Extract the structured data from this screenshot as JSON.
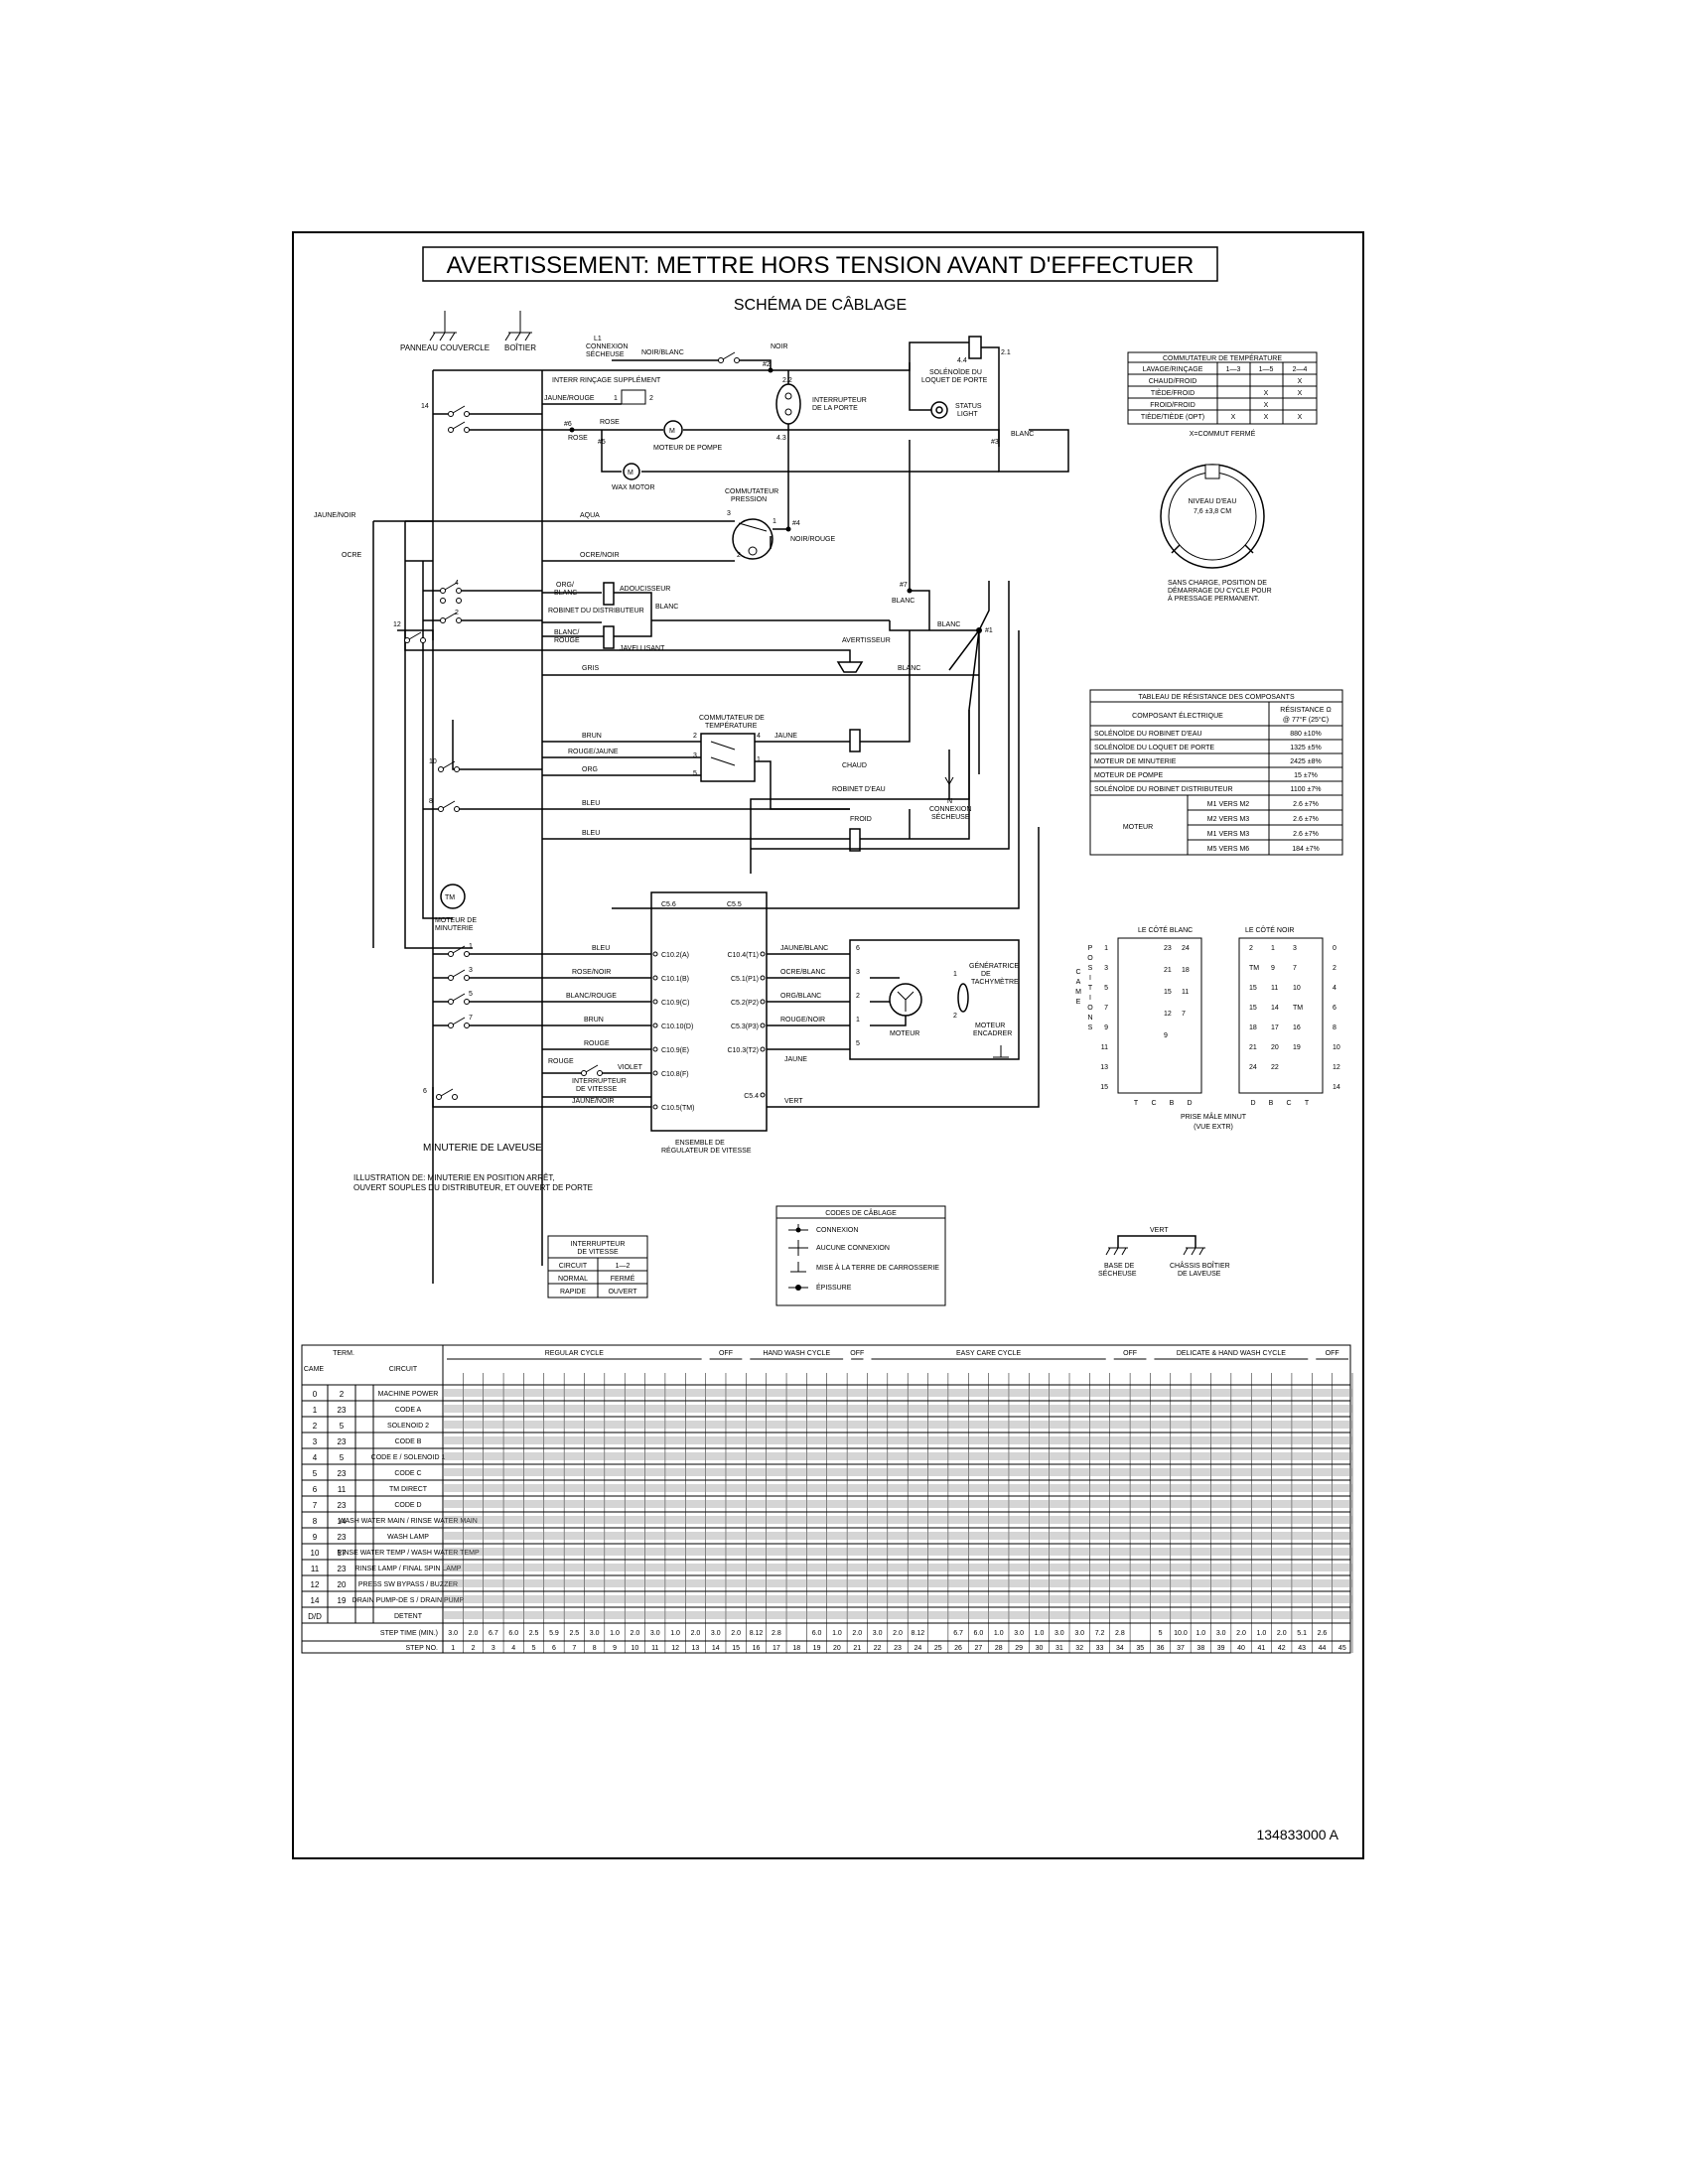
{
  "title": "AVERTISSEMENT: METTRE HORS TENSION AVANT D'EFFECTUER",
  "subtitle": "SCHÉMA DE CÂBLAGE",
  "part_number": "134833000 A",
  "grounds": {
    "panel": "PANNEAU COUVERCLE",
    "box": "BOÎTIER"
  },
  "top_components": {
    "dryer_conn": [
      "L1",
      "CONNEXION",
      "SÉCHEUSE"
    ],
    "noir_blanc": "NOIR/BLANC",
    "noir": "NOIR",
    "pin_2": "#2",
    "rinse_switch": "INTERR RINÇAGE SUPPLÉMENT",
    "jaune_rouge": "JAUNE/ROUGE",
    "door_switch": [
      "INTERRUPTEUR",
      "DE LA PORTE"
    ],
    "door_lock": [
      "SOLÉNOÏDE DU",
      "LOQUET DE PORTE"
    ],
    "status_light": [
      "STATUS",
      "LIGHT"
    ],
    "rose": "ROSE",
    "pump_motor": "MOTEUR DE POMPE",
    "wax_motor": "WAX MOTOR",
    "blanc": "BLANC",
    "pin_6": "#6",
    "pin_5": "#5",
    "pin_3": "#3",
    "n22": "2.2",
    "n43": "4.3",
    "n44": "4.4",
    "n21": "2.1"
  },
  "mid_components": {
    "jaune_noir": "JAUNE/NOIR",
    "ocre": "OCRE",
    "aqua": "AQUA",
    "ocre_noir": "OCRE/NOIR",
    "pressure_switch": [
      "COMMUTATEUR",
      "PRESSION"
    ],
    "pin_4": "#4",
    "noir_rouge": "NOIR/ROUGE",
    "org_blanc": [
      "ORG/",
      "BLANC"
    ],
    "softener": "ADOUCISSEUR",
    "dispenser_valve": "ROBINET DU DISTRIBUTEUR",
    "blanc_rouge": [
      "BLANC/",
      "ROUGE"
    ],
    "bleach": "JAVELLISANT",
    "pin_7": "#7",
    "pin_1": "#1",
    "buzzer": "AVERTISSEUR",
    "gris": "GRIS",
    "blanc": "BLANC",
    "temp_switch": [
      "COMMUTATEUR DE",
      "TEMPÉRATURE"
    ],
    "brun": "BRUN",
    "rouge_jaune": "ROUGE/JAUNE",
    "org": "ORG",
    "jaune": "JAUNE",
    "chaud": "CHAUD",
    "water_valve": "ROBINET D'EAU",
    "froid": "FROID",
    "bleu": "BLEU",
    "dryer_n": [
      "N",
      "CONNEXION",
      "SÉCHEUSE"
    ]
  },
  "timer_section": {
    "timer_motor": [
      "MOTEUR DE",
      "MINUTERIE"
    ],
    "tm": "TM",
    "wires_left": [
      "BLEU",
      "ROSE/NOIR",
      "BLANC/ROUGE",
      "BRUN",
      "ROUGE"
    ],
    "rouge2": "ROUGE",
    "violet": "VIOLET",
    "speed_switch": [
      "INTERRUPTEUR",
      "DE VITESSE"
    ],
    "jaune_noir2": "JAUNE/NOIR",
    "timer_label": "MINUTERIE DE LAVEUSE",
    "ctrl_pins_left": [
      "C10.2(A)",
      "C10.1(B)",
      "C10.9(C)",
      "C10.10(D)",
      "C10.9(E)",
      "C10.8(F)",
      "C10.5(TM)"
    ],
    "ctrl_pins_right": [
      "C10.4(T1)",
      "C5.1(P1)",
      "C5.2(P2)",
      "C5.3(P3)",
      "C10.3(T2)",
      "C5.4"
    ],
    "ctrl_top": [
      "C5.6",
      "C5.5"
    ],
    "ctrl_name": [
      "ENSEMBLE DE",
      "RÉGULATEUR DE VITESSE"
    ],
    "wires_right": [
      "JAUNE/BLANC",
      "OCRE/BLANC",
      "ORG/BLANC",
      "ROUGE/NOIR",
      "JAUNE",
      "VERT"
    ],
    "motor": "MOTEUR",
    "tach": [
      "GÉNÉRATRICE",
      "DE",
      "TACHYMÈTRE"
    ],
    "motor_encl": [
      "MOTEUR",
      "ENCADRER"
    ],
    "note": [
      "ILLUSTRATION DE: MINUTERIE EN POSITION ARRÊT,",
      "OUVERT SOUPLES DU DISTRIBUTEUR, ET OUVERT DE PORTE"
    ]
  },
  "temp_table": {
    "title": "COMMUTATEUR DE TEMPÉRATURE",
    "headers": [
      "LAVAGE/RINÇAGE",
      "1—3",
      "1—5",
      "2—4"
    ],
    "rows": [
      [
        "CHAUD/FROID",
        "",
        "",
        "X"
      ],
      [
        "TIÈDE/FROID",
        "",
        "X",
        "X"
      ],
      [
        "FROID/FROID",
        "",
        "X",
        ""
      ],
      [
        "TIÈDE/TIÈDE (OPT)",
        "X",
        "X",
        "X"
      ]
    ],
    "note": "X=COMMUT FERMÉ"
  },
  "water_level": {
    "label": [
      "NIVEAU D'EAU",
      "7,6 ±3,8 CM"
    ],
    "note": [
      "SANS CHARGE, POSITION DE",
      "DÉMARRAGE DU CYCLE POUR",
      "À PRESSAGE PERMANENT."
    ]
  },
  "resistance_table": {
    "title": "TABLEAU DE RÉSISTANCE DES COMPOSANTS",
    "col1": "COMPOSANT ÉLECTRIQUE",
    "col2": [
      "RÉSISTANCE Ω",
      "@ 77°F (25°C)"
    ],
    "rows": [
      [
        "SOLÉNOÏDE DU ROBINET D'EAU",
        "880 ±10%"
      ],
      [
        "SOLÉNOÏDE DU LOQUET DE PORTE",
        "1325 ±5%"
      ],
      [
        "MOTEUR DE MINUTERIE",
        "2425 ±8%"
      ],
      [
        "MOTEUR DE POMPE",
        "15 ±7%"
      ],
      [
        "SOLÉNOÏDE DU ROBINET DISTRIBUTEUR",
        "1100 ±7%"
      ]
    ],
    "motor_label": "MOTEUR",
    "motor_rows": [
      [
        "M1 VERS M2",
        "2.6 ±7%"
      ],
      [
        "M2 VERS M3",
        "2.6 ±7%"
      ],
      [
        "M1 VERS M3",
        "2.6 ±7%"
      ],
      [
        "M5 VERS M6",
        "184 ±7%"
      ]
    ]
  },
  "plug": {
    "white_side": "LE CÔTÉ BLANC",
    "black_side": "LE CÔTÉ NOIR",
    "positions_word": "POSITIONS",
    "cam_word": "CAME",
    "left_nums": [
      "1",
      "3",
      "5",
      "7",
      "9",
      "11",
      "13",
      "15"
    ],
    "right_nums": [
      "0",
      "2",
      "4",
      "6",
      "8",
      "10",
      "12",
      "14"
    ],
    "white_inner": [
      "23",
      "24",
      "21",
      "18",
      "15",
      "11",
      "12",
      "7",
      "9"
    ],
    "black_inner": [
      "2",
      "1",
      "3",
      "TM",
      "9",
      "7",
      "15",
      "11",
      "10",
      "15",
      "14",
      "TM",
      "18",
      "17",
      "16",
      "21",
      "20",
      "19",
      "24",
      "22"
    ],
    "bottom_letters": [
      "T",
      "C",
      "B",
      "D",
      "D",
      "B",
      "C",
      "T"
    ],
    "caption": [
      "PRISE MÂLE MINUT",
      "(VUE EXTR)"
    ]
  },
  "speed_table": {
    "title": [
      "INTERRUPTEUR",
      "DE VITESSE"
    ],
    "rows": [
      [
        "CIRCUIT",
        "1—2"
      ],
      [
        "NORMAL",
        "FERMÉ"
      ],
      [
        "RAPIDE",
        "OUVERT"
      ]
    ]
  },
  "legend": {
    "title": "CODES DE CÂBLAGE",
    "items": [
      "CONNEXION",
      "AUCUNE CONNEXION",
      "MISE À LA TERRE DE CARROSSERIE",
      "ÉPISSURE"
    ]
  },
  "ground_bottom": {
    "vert": "VERT",
    "dryer_base": [
      "BASE DE",
      "SÉCHEUSE"
    ],
    "washer_box": [
      "CHÂSSIS BOÎTIER",
      "DE LAVEUSE"
    ]
  },
  "timer_chart": {
    "header_cols": [
      "CAME",
      "TERM.",
      "CIRCUIT"
    ],
    "rows": [
      {
        "cam": "0",
        "term": "2",
        "circuit": "MACHINE POWER"
      },
      {
        "cam": "1",
        "term": "23",
        "circuit": "CODE A"
      },
      {
        "cam": "2",
        "term": "5",
        "circuit": "SOLENOID 2"
      },
      {
        "cam": "3",
        "term": "23",
        "circuit": "CODE B"
      },
      {
        "cam": "4",
        "term": "5",
        "circuit": "CODE E / SOLENOID 1"
      },
      {
        "cam": "5",
        "term": "23",
        "circuit": "CODE C"
      },
      {
        "cam": "6",
        "term": "11",
        "circuit": "TM DIRECT"
      },
      {
        "cam": "7",
        "term": "23",
        "circuit": "CODE D"
      },
      {
        "cam": "8",
        "term": "14",
        "circuit": "WASH WATER MAIN / RINSE WATER MAIN"
      },
      {
        "cam": "9",
        "term": "23",
        "circuit": "WASH LAMP"
      },
      {
        "cam": "10",
        "term": "17",
        "circuit": "RINSE WATER TEMP / WASH WATER TEMP"
      },
      {
        "cam": "11",
        "term": "23",
        "circuit": "RINSE LAMP / FINAL SPIN LAMP"
      },
      {
        "cam": "12",
        "term": "20",
        "circuit": "PRESS SW BYPASS / BUZZER"
      },
      {
        "cam": "14",
        "term": "19",
        "circuit": "DRAIN PUMP-DE S / DRAIN PUMP"
      },
      {
        "cam": "D/D",
        "term": "",
        "circuit": "DETENT"
      }
    ],
    "step_time_label": "STEP TIME (MIN.)",
    "step_no_label": "STEP NO.",
    "cycle_labels": [
      "REGULAR CYCLE",
      "OFF",
      "HAND WASH CYCLE",
      "OFF",
      "EASY CARE CYCLE",
      "OFF",
      "DELICATE & HAND WASH CYCLE",
      "OFF"
    ],
    "step_times": [
      "3.0",
      "2.0",
      "6.7",
      "6.0",
      "2.5",
      "5.9",
      "2.5",
      "3.0",
      "1.0",
      "2.0",
      "3.0",
      "1.0",
      "2.0",
      "3.0",
      "2.0",
      "8.12",
      "2.8",
      "",
      "6.0",
      "1.0",
      "2.0",
      "3.0",
      "2.0",
      "8.12",
      "",
      "6.7",
      "6.0",
      "1.0",
      "3.0",
      "1.0",
      "3.0",
      "3.0",
      "7.2",
      "2.8",
      "",
      "5",
      "10.0",
      "1.0",
      "3.0",
      "2.0",
      "1.0",
      "2.0",
      "5.1",
      "2.6",
      ""
    ],
    "step_count": 45
  }
}
